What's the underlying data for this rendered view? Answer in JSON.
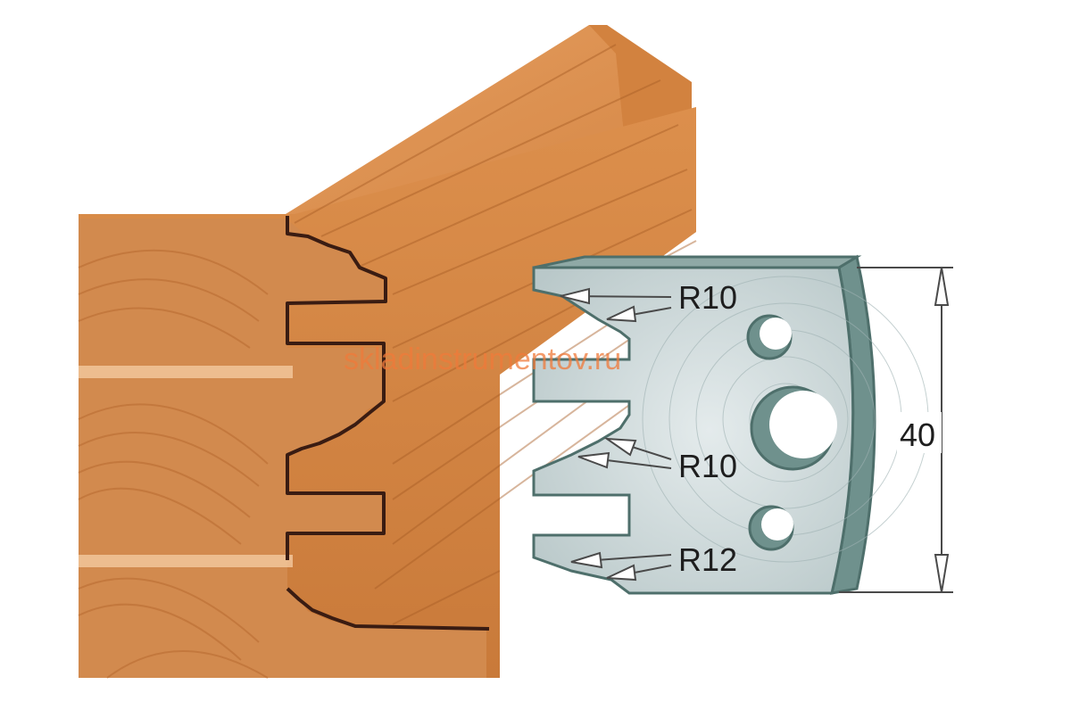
{
  "labels": {
    "radius_top": "R10",
    "radius_middle": "R10",
    "radius_bottom": "R12",
    "height_dimension": "40"
  },
  "watermark": "skladinstrumentov.ru",
  "colors": {
    "background": "#ffffff",
    "wood_light": "#e9a063",
    "wood_mid": "#d98a45",
    "wood_dark": "#b96a2c",
    "wood_grain": "#a45a25",
    "profile_line": "#3a1c12",
    "knife_face": "#c6d3d4",
    "knife_edge": "#6f918d",
    "knife_outline": "#4e6f6b",
    "leader_line": "#4a4a4a",
    "label_text": "#1e1e1e",
    "watermark_text": "#f07a3a"
  }
}
